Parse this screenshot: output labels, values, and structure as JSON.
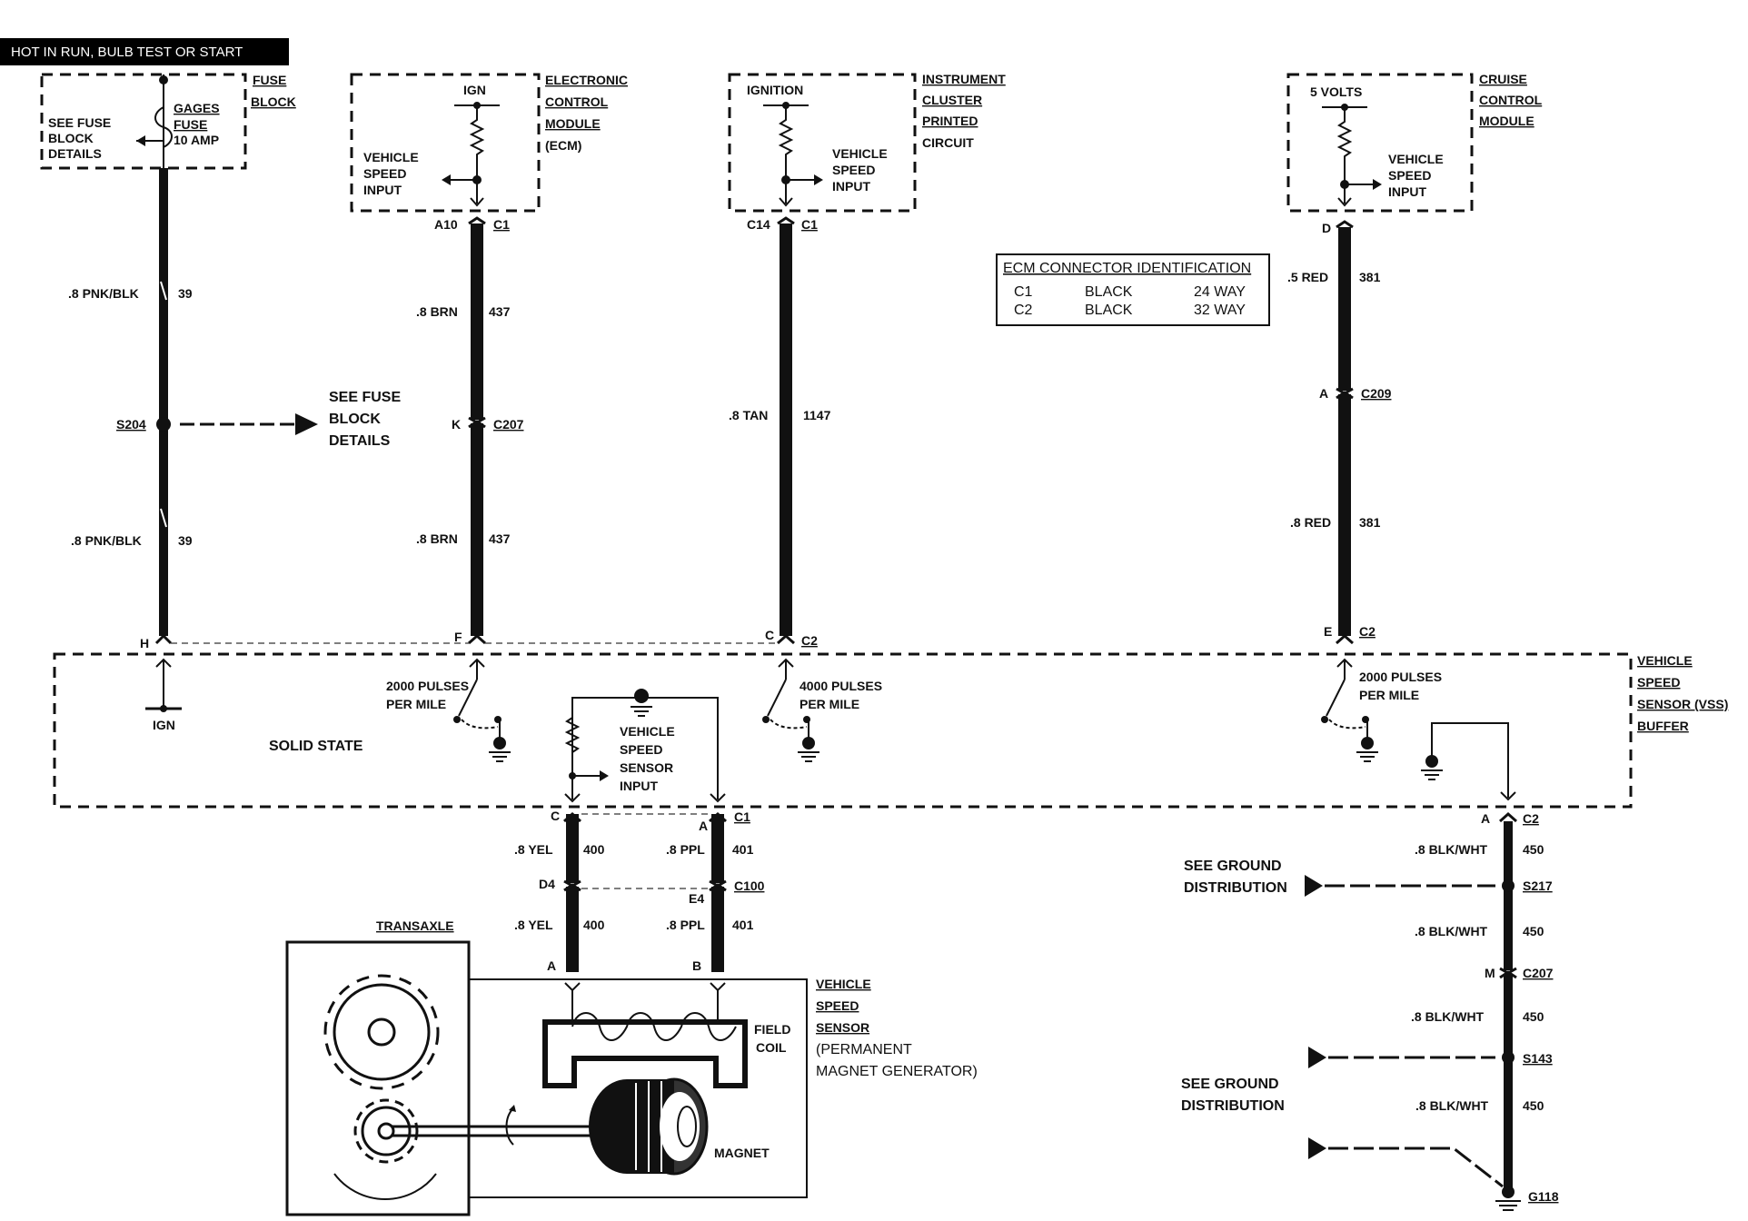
{
  "header": {
    "hot_banner": "HOT IN RUN, BULB TEST OR START"
  },
  "fuse_block": {
    "title_1": "FUSE",
    "title_2": "BLOCK",
    "fuse_name_1": "GAGES",
    "fuse_name_2": "FUSE",
    "fuse_rating": "10 AMP",
    "see_1": "SEE FUSE",
    "see_2": "BLOCK",
    "see_3": "DETAILS"
  },
  "ecm": {
    "title_1": "ELECTRONIC",
    "title_2": "CONTROL",
    "title_3": "MODULE",
    "title_4": "(ECM)",
    "ign": "IGN",
    "input_1": "VEHICLE",
    "input_2": "SPEED",
    "input_3": "INPUT",
    "pin": "A10",
    "conn": "C1"
  },
  "cluster": {
    "title_1": "INSTRUMENT",
    "title_2": "CLUSTER",
    "title_3": "PRINTED",
    "title_4": "CIRCUIT",
    "ign": "IGNITION",
    "input_1": "VEHICLE",
    "input_2": "SPEED",
    "input_3": "INPUT",
    "pin": "C14",
    "conn": "C1"
  },
  "cruise": {
    "title_1": "CRUISE",
    "title_2": "CONTROL",
    "title_3": "MODULE",
    "volts": "5 VOLTS",
    "input_1": "VEHICLE",
    "input_2": "SPEED",
    "input_3": "INPUT",
    "pin": "D"
  },
  "ecm_table": {
    "title": "ECM CONNECTOR IDENTIFICATION",
    "rows": [
      {
        "conn": "C1",
        "color": "BLACK",
        "ways": "24 WAY"
      },
      {
        "conn": "C2",
        "color": "BLACK",
        "ways": "32 WAY"
      }
    ]
  },
  "wires": {
    "w1a": {
      "gauge": ".8 PNK/BLK",
      "circuit": "39"
    },
    "w1b": {
      "gauge": ".8 PNK/BLK",
      "circuit": "39"
    },
    "w2a": {
      "gauge": ".8 BRN",
      "circuit": "437"
    },
    "w2b": {
      "gauge": ".8 BRN",
      "circuit": "437"
    },
    "w3": {
      "gauge": ".8 TAN",
      "circuit": "1147"
    },
    "w4a": {
      "gauge": ".5 RED",
      "circuit": "381"
    },
    "w4b": {
      "gauge": ".8 RED",
      "circuit": "381"
    },
    "w5a": {
      "gauge": ".8 YEL",
      "circuit": "400"
    },
    "w5b": {
      "gauge": ".8 YEL",
      "circuit": "400"
    },
    "w6a": {
      "gauge": ".8 PPL",
      "circuit": "401"
    },
    "w6b": {
      "gauge": ".8 PPL",
      "circuit": "401"
    },
    "g1": {
      "gauge": ".8 BLK/WHT",
      "circuit": "450"
    },
    "g2": {
      "gauge": ".8 BLK/WHT",
      "circuit": "450"
    },
    "g3": {
      "gauge": ".8 BLK/WHT",
      "circuit": "450"
    },
    "g4": {
      "gauge": ".8 BLK/WHT",
      "circuit": "450"
    }
  },
  "splices": {
    "s204": "S204",
    "s204_see_1": "SEE FUSE",
    "s204_see_2": "BLOCK",
    "s204_see_3": "DETAILS",
    "s217": "S217",
    "s143": "S143",
    "g118": "G118"
  },
  "connectors": {
    "k": "K",
    "c207": "C207",
    "a": "A",
    "c209": "C209",
    "h": "H",
    "f": "F",
    "c": "C",
    "c2_a": "C2",
    "e": "E",
    "c2_b": "C2",
    "buf_c": "C",
    "buf_a": "A",
    "buf_c1": "C1",
    "buf_gnd_a": "A",
    "buf_c2": "C2",
    "d4": "D4",
    "e4": "E4",
    "c100": "C100",
    "vss_a": "A",
    "vss_b": "B",
    "m": "M",
    "c207_b": "C207"
  },
  "buffer": {
    "title_1": "VEHICLE",
    "title_2": "SPEED",
    "title_3": "SENSOR (VSS)",
    "title_4": "BUFFER",
    "solid_state": "SOLID STATE",
    "ign": "IGN",
    "p1_1": "2000 PULSES",
    "p1_2": "PER MILE",
    "p2_1": "4000 PULSES",
    "p2_2": "PER MILE",
    "p3_1": "2000 PULSES",
    "p3_2": "PER MILE",
    "vssin_1": "VEHICLE",
    "vssin_2": "SPEED",
    "vssin_3": "SENSOR",
    "vssin_4": "INPUT"
  },
  "ground": {
    "see1_1": "SEE GROUND",
    "see1_2": "DISTRIBUTION",
    "see2_1": "SEE GROUND",
    "see2_2": "DISTRIBUTION"
  },
  "vss": {
    "transaxle": "TRANSAXLE",
    "title_1": "VEHICLE",
    "title_2": "SPEED",
    "title_3": "SENSOR",
    "title_4": "(PERMANENT",
    "title_5": "MAGNET GENERATOR)",
    "field_1": "FIELD",
    "field_2": "COIL",
    "magnet": "MAGNET"
  }
}
